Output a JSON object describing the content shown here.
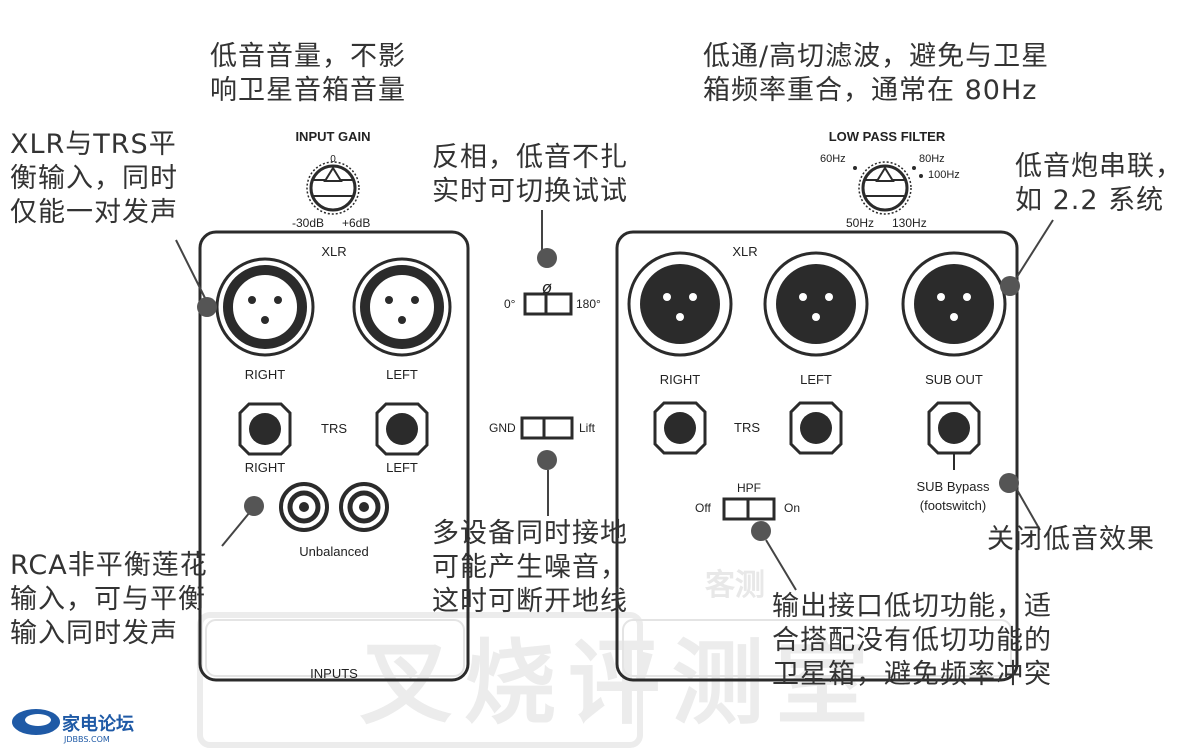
{
  "annotations": {
    "input_gain_note": "低音音量，不影\n响卫星音箱音量",
    "xlr_trs_note": "XLR与TRS平\n衡输入，同时\n仅能一对发声",
    "phase_note": "反相，低音不扎\n实时可切换试试",
    "lpf_note": "低通/高切滤波，避免与卫星\n箱频率重合，通常在 80Hz",
    "sub_chain_note": "低音炮串联，\n如 2.2 系统",
    "rca_note": "RCA非平衡莲花\n输入，可与平衡\n输入同时发声",
    "ground_note": "多设备同时接地\n可能产生噪音，\n这时可断开地线",
    "bypass_note": "关闭低音效果",
    "hpf_note": "输出接口低切功能，适\n合搭配没有低切功能的\n卫星箱，避免频率冲突"
  },
  "input_panel": {
    "gain_title": "INPUT GAIN",
    "gain_zero": "0",
    "gain_min": "-30dB",
    "gain_max": "+6dB",
    "xlr_label": "XLR",
    "right_label": "RIGHT",
    "left_label": "LEFT",
    "trs_label": "TRS",
    "trs_right_label": "RIGHT",
    "trs_left_label": "LEFT",
    "unbalanced_label": "Unbalanced",
    "footer_label": "INPUTS"
  },
  "center_switches": {
    "phase_symbol": "ø",
    "phase_left": "0°",
    "phase_right": "180°",
    "ground_left": "GND",
    "ground_right": "Lift"
  },
  "output_panel": {
    "lpf_title": "LOW PASS FILTER",
    "lpf_60": "60Hz",
    "lpf_80": "80Hz",
    "lpf_100": "100Hz",
    "lpf_50": "50Hz",
    "lpf_130": "130Hz",
    "xlr_label": "XLR",
    "right_label": "RIGHT",
    "left_label": "LEFT",
    "sub_out_label": "SUB OUT",
    "trs_label": "TRS",
    "hpf_title": "HPF",
    "hpf_off": "Off",
    "hpf_on": "On",
    "sub_bypass_label": "SUB Bypass",
    "footswitch_label": "(footswitch)"
  },
  "watermark": {
    "main_text": "叉烧评测室",
    "sub_text": "客测"
  },
  "logo": {
    "name": "家电论坛",
    "url_text": "JDBBS.COM"
  },
  "colors": {
    "panel_stroke": "#2b2b2b",
    "callout_dot": "#555555",
    "watermark": "#e6e6e6",
    "logo_blue": "#1f5aa6"
  }
}
